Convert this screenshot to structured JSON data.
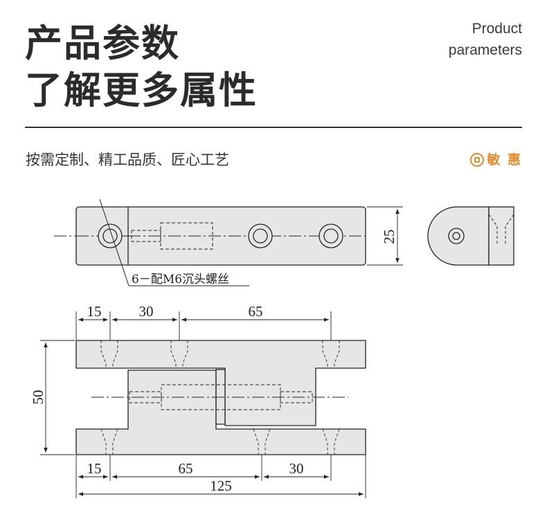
{
  "header": {
    "title_line1": "产品参数",
    "title_line2": "了解更多属性",
    "en_line1": "Product",
    "en_line2": "parameters"
  },
  "subtitle": "按需定制、精工品质、匠心工艺",
  "brand": {
    "name": "敏 惠",
    "color": "#e78a2a"
  },
  "drawing": {
    "screw_note": "6－配M6沉头螺丝",
    "top_view": {
      "height_dim": "25"
    },
    "front_view": {
      "top_dims": [
        "15",
        "30",
        "65"
      ],
      "bottom_dims": [
        "15",
        "65",
        "30"
      ],
      "overall_length": "125",
      "height_dim": "50"
    }
  }
}
